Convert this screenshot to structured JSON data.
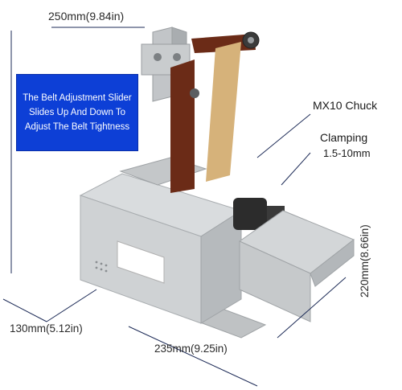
{
  "labels": {
    "top_dimension": "250mm(9.84in)",
    "callout": "The Belt Adjustment Slider Slides Up And Down To Adjust The Belt Tightness",
    "chuck": "MX10 Chuck",
    "clamping_title": "Clamping",
    "clamping_range": "1.5-10mm",
    "left_dimension": "130mm(5.12in)",
    "bottom_dimension": "235mm(9.25in)",
    "right_dimension": "220mm(8.66in)"
  },
  "colors": {
    "callout_bg": "#0d3fd6",
    "body_grey": "#c9ccce",
    "belt_brown": "#6b2b17"
  }
}
